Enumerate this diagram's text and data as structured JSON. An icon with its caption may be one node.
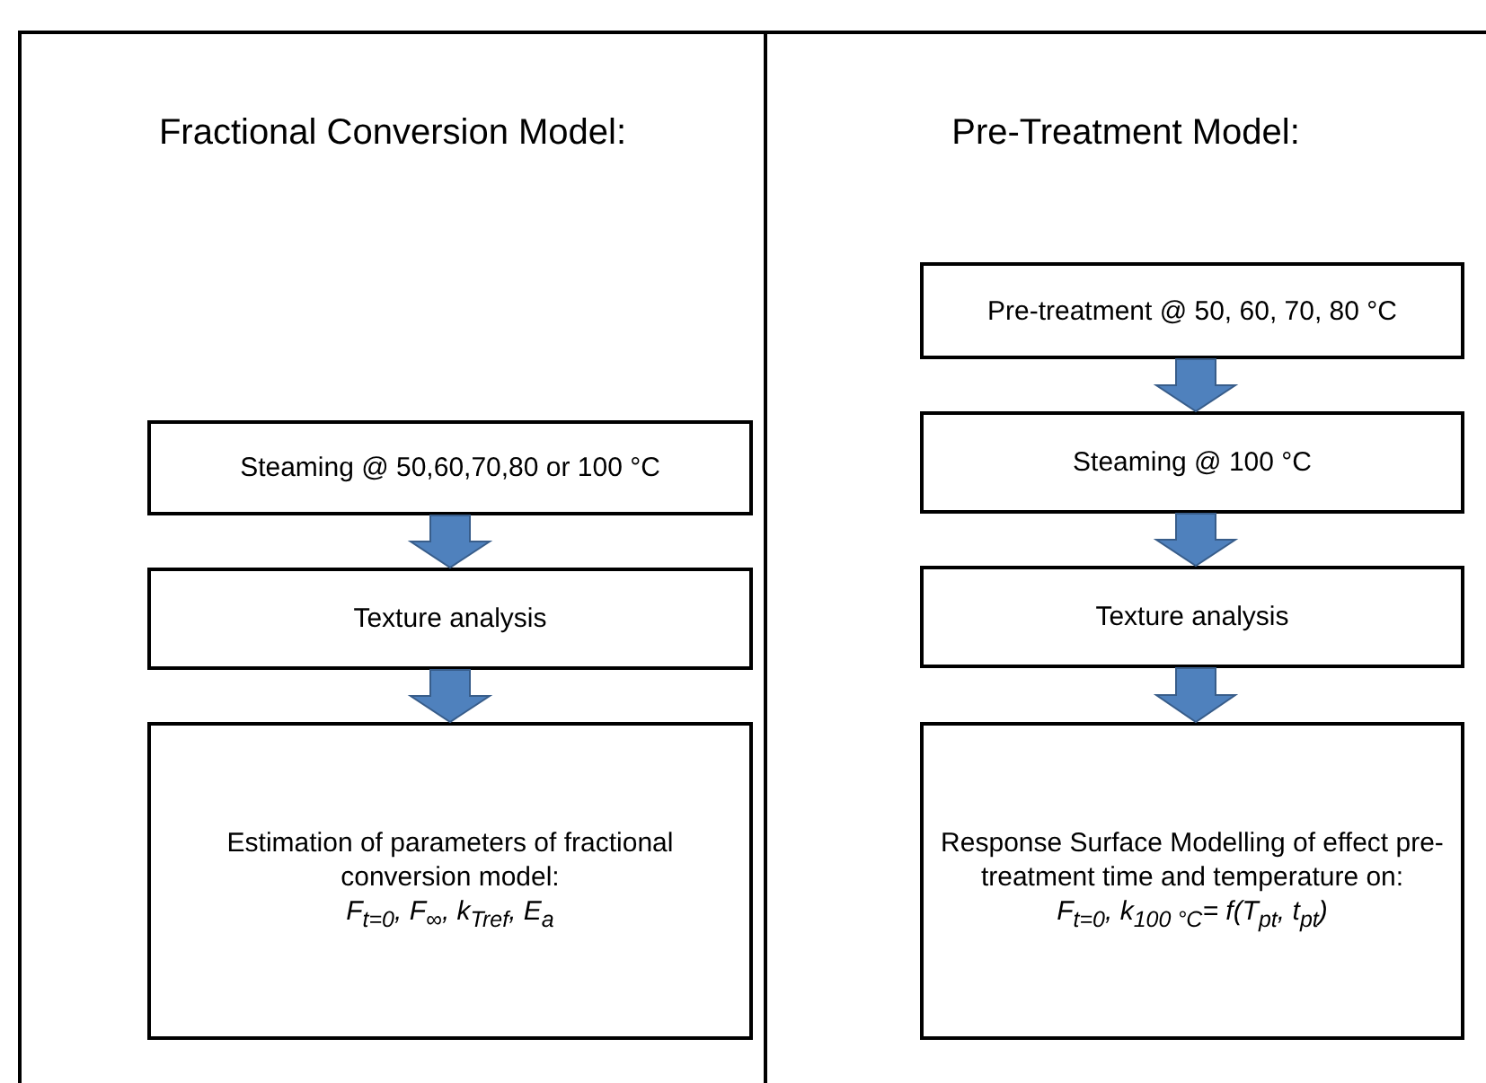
{
  "diagram": {
    "nodes": [
      {
        "text": [
          "Fractional Conversion Model:"
        ]
      },
      {
        "text": [
          "Steaming @ 50,60,70,80 or 100 °C"
        ],
        "in": 0
      },
      {
        "text": [
          "Texture analysis"
        ],
        "in": 0
      },
      {
        "text": [
          "Estimation of parameters of fractional conversion model:",
          "F$_{t=0}$, F$_{∞}$,  k$_{Tref}$, E$_{a}$"
        ],
        "in": 0
      },
      {
        "text": [
          "Pre-Treatment Model:"
        ]
      },
      {
        "text": [
          "Pre-treatment @ 50, 60, 70, 80 °C"
        ],
        "in": 4
      },
      {
        "text": [
          "Steaming @ 100 °C"
        ],
        "in": 4
      },
      {
        "text": [
          "Texture analysis"
        ],
        "in": 4
      },
      {
        "text": [
          "Response Surface Modelling of effect pre-treatment time and temperature on:",
          "F$_{t=0}$, k$_{100 °C}$= f(T$_{pt}$, t$_{pt}$)"
        ],
        "in": 4
      }
    ],
    "edges": [
      {
        "from": 1,
        "to": 2,
        "arrow": "to",
        "style": "thick"
      },
      {
        "from": 2,
        "to": 3,
        "arrow": "to",
        "style": "thick"
      },
      {
        "from": 5,
        "to": 6,
        "arrow": "to",
        "style": "thick"
      },
      {
        "from": 6,
        "to": 7,
        "arrow": "to",
        "style": "thick"
      },
      {
        "from": 7,
        "to": 8,
        "arrow": "to",
        "style": "thick"
      }
    ]
  }
}
